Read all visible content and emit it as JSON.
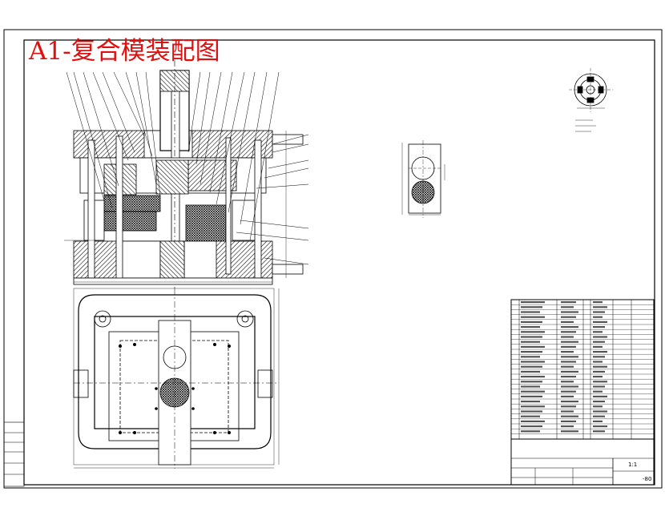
{
  "drawing": {
    "title": "A1-复合模装配图",
    "title_block": {
      "scale": "-80",
      "sheet_code": "1:1"
    }
  }
}
